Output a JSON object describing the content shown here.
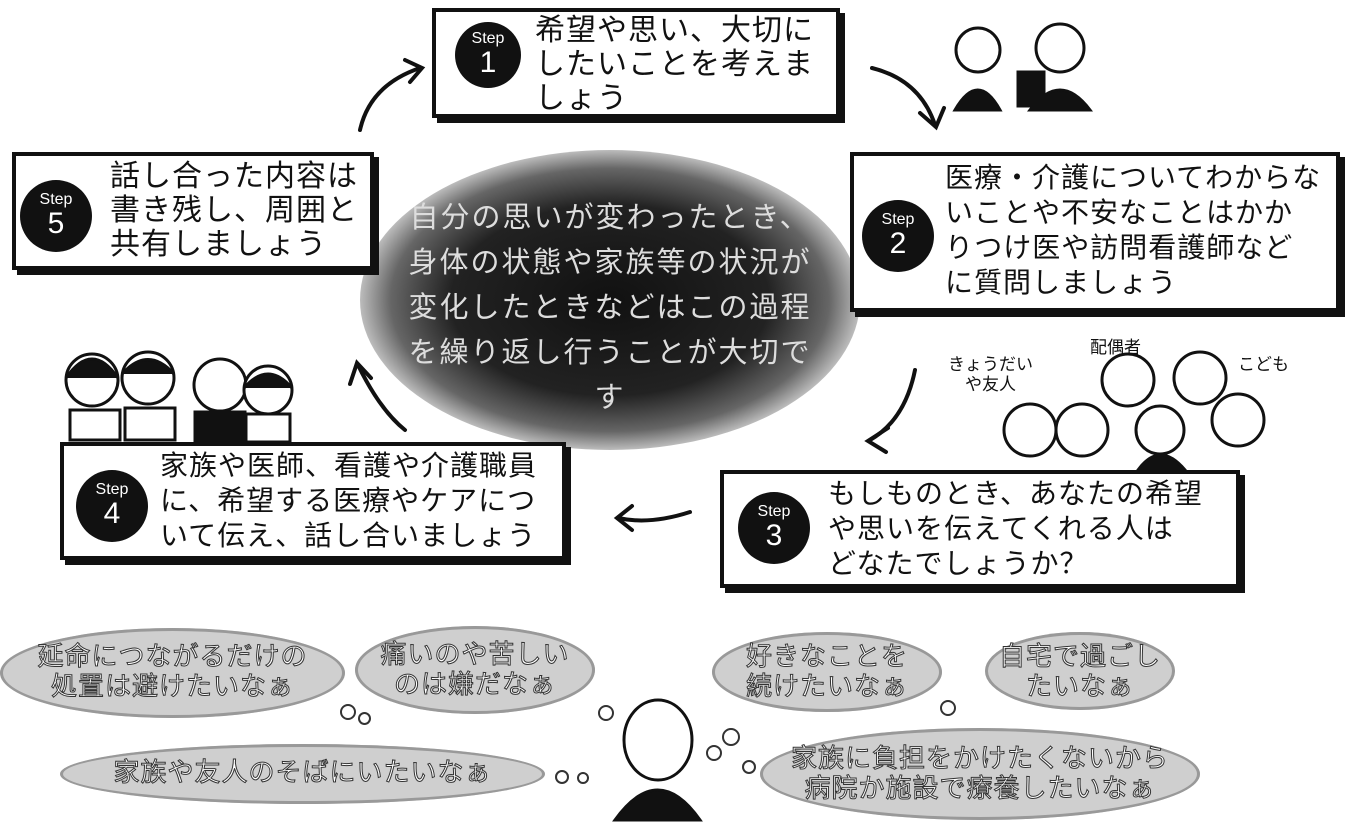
{
  "steps": {
    "s1": {
      "word": "Step",
      "num": "1",
      "text": "希望や思い、大切に\nしたいことを考えま\nしょう"
    },
    "s2": {
      "word": "Step",
      "num": "2",
      "text": "医療・介護についてわからな\nいことや不安なことはかか\nりつけ医や訪問看護師など\nに質問しましょう"
    },
    "s3": {
      "word": "Step",
      "num": "3",
      "text": "もしものとき、あなたの希望\nや思いを伝えてくれる人は\nどなたでしょうか？"
    },
    "s4": {
      "word": "Step",
      "num": "4",
      "text": "家族や医師、看護や介護職員\nに、希望する医療やケアにつ\nいて伝え、話し合いましょう"
    },
    "s5": {
      "word": "Step",
      "num": "5",
      "text": "話し合った内容は\n書き残し、周囲と\n共有しましょう"
    }
  },
  "center_text": "自分の思いが変わったとき、身体の状態や家族等の状況が変化したときなどはこの過程を繰り返し行うことが大切です",
  "labels": {
    "siblings": "きょうだい\nや友人",
    "spouse": "配偶者",
    "children": "こども"
  },
  "thoughts": {
    "t1": "延命につながるだけの\n処置は避けたいなぁ",
    "t2": "痛いのや苦しい\nのは嫌だなぁ",
    "t3": "家族や友人のそばにいたいなぁ",
    "t4": "好きなことを\n続けたいなぁ",
    "t5": "自宅で過ごし\nたいなぁ",
    "t6": "家族に負担をかけたくないから\n病院か施設で療養したいなぁ"
  }
}
